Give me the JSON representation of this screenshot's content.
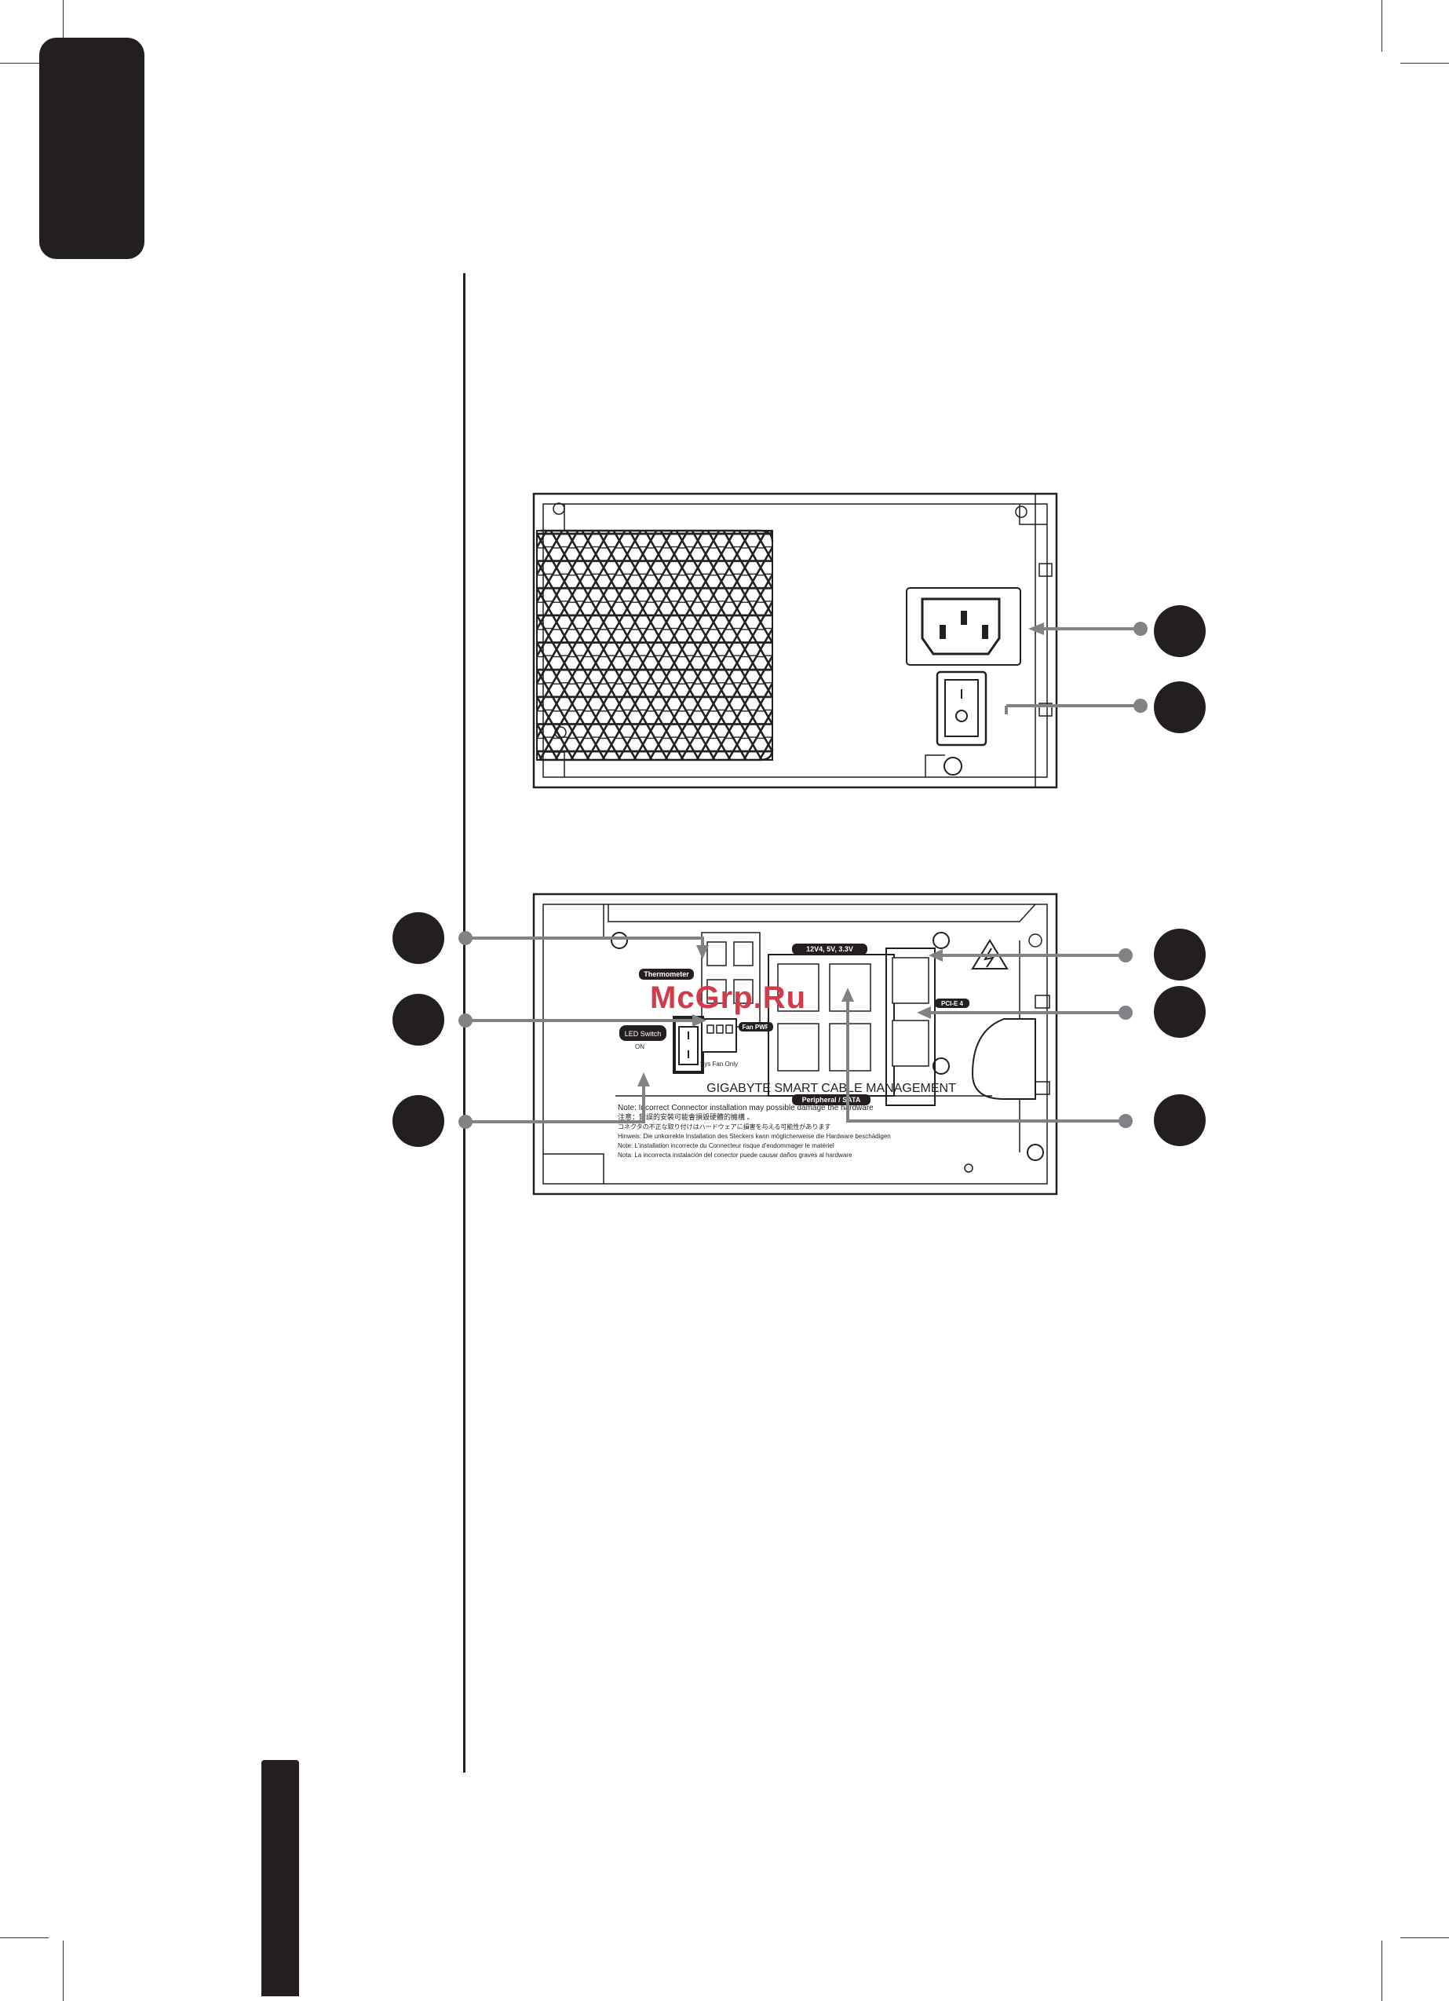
{
  "watermark": "McGrp.Ru",
  "rear_panel": {
    "ac_inlet_icon": "ac-inlet-icon",
    "power_switch_icon": "rocker-switch-icon",
    "vent_icon": "hex-grille-icon"
  },
  "module_panel": {
    "thermometer_label": "Thermometer",
    "fan_pwr_label": "Fan PWR",
    "sys_fan_only_label": "Sys Fan Only",
    "led_on_label": "ON",
    "led_switch_label": "LED Switch",
    "rail_label": "12V4, 5V, 3.3V",
    "peripheral_label": "Peripheral / SATA",
    "pcie_label": "PCI-E 4",
    "brand_label": "GIGABYTE SMART CABLE MANAGEMENT",
    "notes": [
      "Note: Incorrect Connector installation may possible damage the hardware",
      "注意：錯誤的安裝可能會損毀硬體的機構 。",
      "コネクタの不正な取り付けはハードウェアに損害を与える可能性があります",
      "Hinweis: Die unkorrekte Installation des Steckers kann möglicherweise die Hardware beschädigen",
      "Note: L'installation incorrecte du Connecteur risque d'endommager le matériel",
      "Nota: La incorrecta instalación del conector puede causar daños graves al hardware"
    ]
  },
  "colors": {
    "ink": "#231f20",
    "leader": "#808285",
    "watermark": "#d23a4a"
  }
}
